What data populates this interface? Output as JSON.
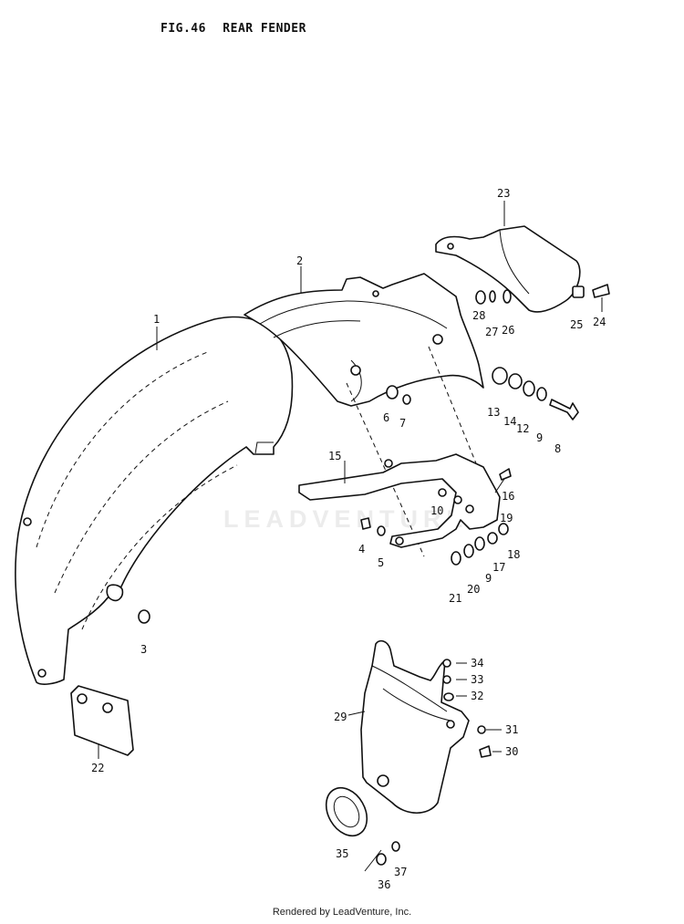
{
  "figure": {
    "number": "FIG.46",
    "name": "REAR FENDER"
  },
  "watermark": "LEADVENTURE",
  "footer": "Rendered by LeadVenture, Inc.",
  "callouts": [
    "1",
    "2",
    "3",
    "4",
    "5",
    "6",
    "7",
    "8",
    "9",
    "9",
    "10",
    "12",
    "13",
    "14",
    "15",
    "16",
    "17",
    "18",
    "19",
    "20",
    "21",
    "22",
    "23",
    "24",
    "25",
    "26",
    "27",
    "28",
    "29",
    "30",
    "31",
    "32",
    "33",
    "34",
    "35",
    "36",
    "37"
  ]
}
